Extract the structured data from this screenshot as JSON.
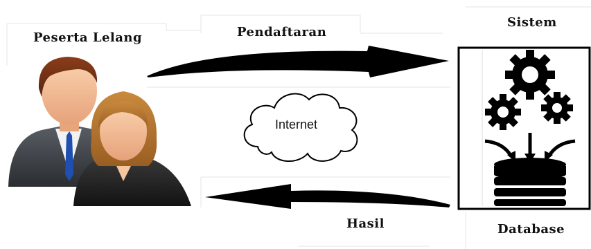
{
  "actor": {
    "label": "Peserta Lelang",
    "icon": "users-icon"
  },
  "arrow_top": {
    "label": "Pendaftaran"
  },
  "arrow_bottom": {
    "label": "Hasil"
  },
  "network": {
    "label": "Internet",
    "icon": "cloud-icon"
  },
  "system": {
    "label": "Sistem",
    "sublabel": "Database",
    "icons": [
      "gears-icon",
      "database-icon"
    ]
  },
  "colors": {
    "arrow": "#000000",
    "panel_border": "#e5e5e5",
    "box_border": "#000000"
  }
}
